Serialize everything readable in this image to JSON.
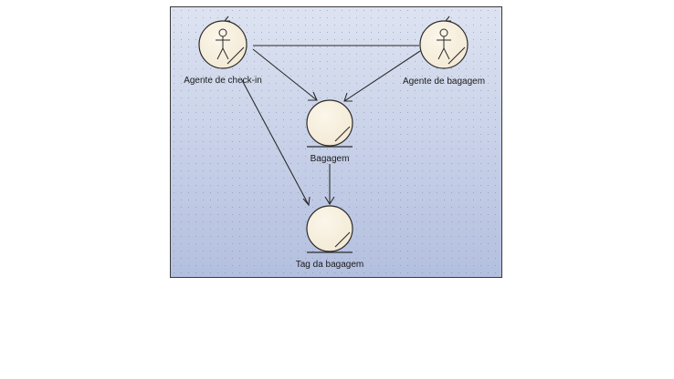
{
  "diagram": {
    "nodes": [
      {
        "id": "checkin",
        "kind": "boundary-actor",
        "label": "Agente de check-in"
      },
      {
        "id": "bagagem_agent",
        "kind": "boundary-actor",
        "label": "Agente de bagagem"
      },
      {
        "id": "bagagem",
        "kind": "entity",
        "label": "Bagagem"
      },
      {
        "id": "tag",
        "kind": "entity",
        "label": "Tag da bagagem"
      }
    ],
    "edges": [
      {
        "from": "checkin",
        "to": "bagagem_agent",
        "arrow": false
      },
      {
        "from": "checkin",
        "to": "bagagem",
        "arrow": true
      },
      {
        "from": "bagagem_agent",
        "to": "bagagem",
        "arrow": true
      },
      {
        "from": "checkin",
        "to": "tag",
        "arrow": true
      },
      {
        "from": "bagagem",
        "to": "tag",
        "arrow": true
      }
    ],
    "colors": {
      "background_top": "#dde3f1",
      "background_bottom": "#b3bfdf",
      "grid_dot": "#7f8aa8",
      "node_fill": "#f3e9d4",
      "node_stroke": "#2b2b2b",
      "edge": "#2b2b2b"
    }
  }
}
